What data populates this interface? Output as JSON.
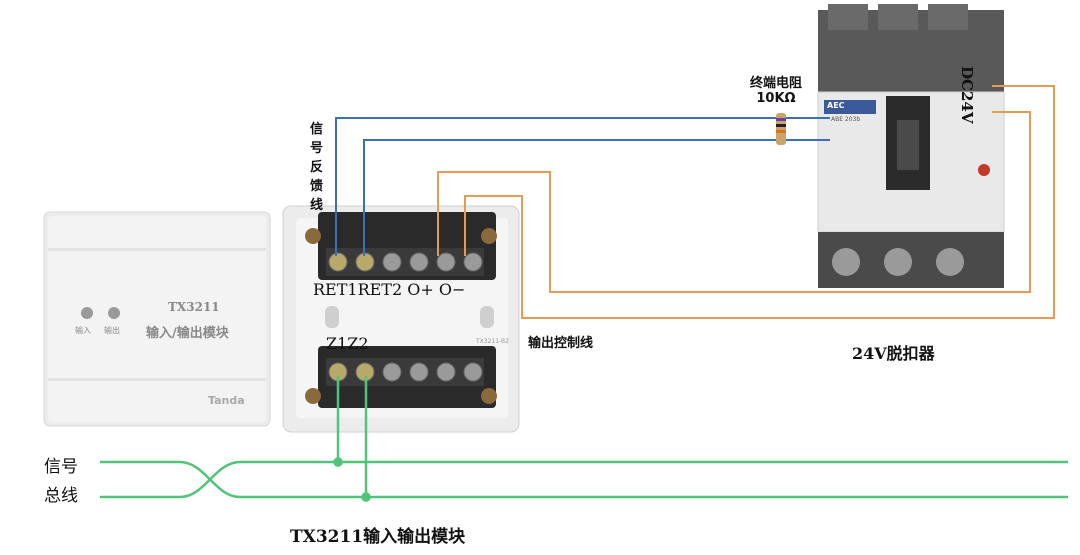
{
  "module_front": {
    "model": "TX3211",
    "name": "输入/输出模块",
    "led_input": "输入",
    "led_output": "输出",
    "brand": "Tanda"
  },
  "base": {
    "top_terminals": [
      "RET1",
      "RET2",
      "O+",
      "O-"
    ],
    "bottom_terminals": [
      "Z1",
      "Z2"
    ],
    "top_label": "RET1RET2  O+ O−",
    "bottom_label": "Z1Z2",
    "pcb_code": "TX3211-B2"
  },
  "breaker": {
    "brand": "AEC",
    "model": "ABE 203b",
    "name": "24V脱扣器",
    "dc_label": "DC24V"
  },
  "labels": {
    "feedback_line": [
      "信",
      "号",
      "反",
      "馈",
      "线"
    ],
    "resistor_title": "终端电阻",
    "resistor_value": "10KΩ",
    "control_line": "输出控制线",
    "bus_signal": "信号",
    "bus_total": "总线",
    "caption": "TX3211输入输出模块"
  },
  "colors": {
    "blue_wire": "#3c6fb4",
    "orange_wire": "#e59a55",
    "green_bus": "#52c47a"
  }
}
